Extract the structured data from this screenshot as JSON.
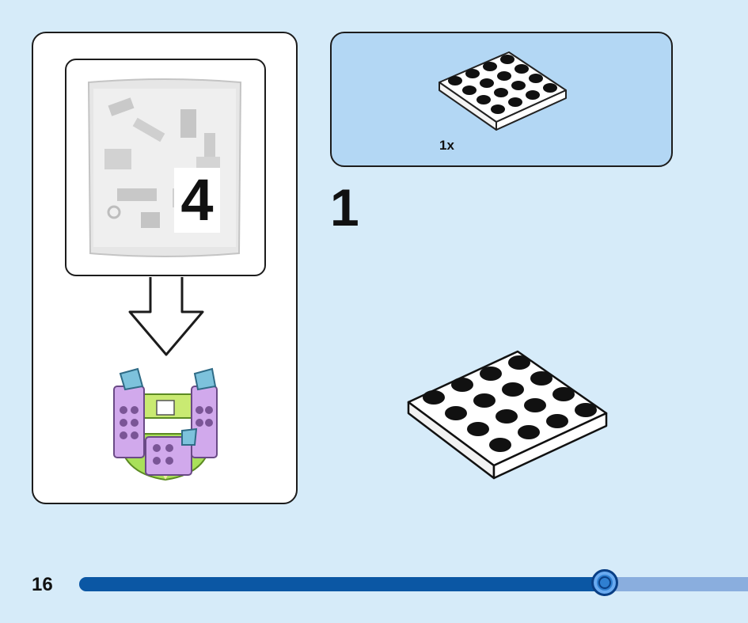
{
  "bag": {
    "number": "4",
    "icon": "parts-bag-icon"
  },
  "parts_callout": {
    "quantity": "1x",
    "part_icon": "white-4x4-plate-icon",
    "background_color": "#b3d7f4"
  },
  "step": {
    "number": "1"
  },
  "footer": {
    "page_number": "16",
    "progress_fraction": 0.786,
    "progress_color": "#0b57a4",
    "track_color": "#8aaede"
  }
}
